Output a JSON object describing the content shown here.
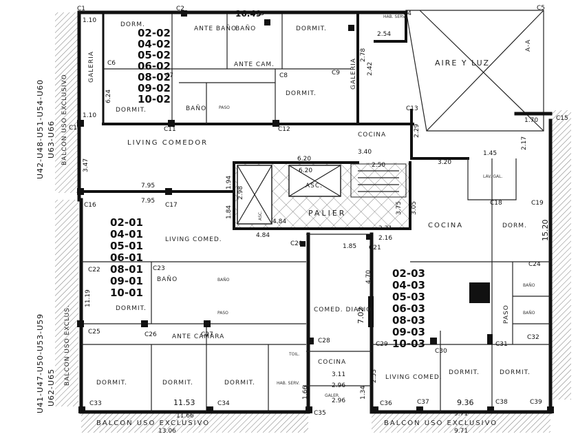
{
  "top_block": {
    "units_label": "U42-U48-U51-U54-U60",
    "units_label_2": "U63-U66",
    "balcony_side": "BALCON USO EXCLUSIVO",
    "units": [
      "02-02",
      "04-02",
      "05-02",
      "06-02",
      "08-02",
      "09-02",
      "10-02"
    ],
    "rooms": {
      "dormit_1": "DORM.",
      "dormit_2": "DORMIT.",
      "dormit_3": "DORMIT.",
      "dormit_4": "DORMIT.",
      "ante_bano": "ANTE BAÑO",
      "bano": "BAÑO",
      "bano_2": "BAÑO",
      "ante_cam": "ANTE CAM.",
      "galeria": "GALERIA",
      "galeria_2": "GALERIA",
      "living": "LIVING COMEDOR",
      "cocina": "COCINA",
      "hab_serv": "HAB. SERV.",
      "paso": "PASO",
      "aire_luz": "AIRE Y LUZ"
    },
    "area_label": "16.49",
    "dims": {
      "d_620": "6.20",
      "d_620b": "6.20",
      "d_250": "2.50",
      "d_340": "3.40",
      "d_320": "3.20",
      "d_145": "1.45",
      "d_229": "2.29",
      "d_795": "7.95",
      "d_795b": "7.95",
      "d_347": "3.47",
      "d_624": "6.24",
      "d_110": "1.10",
      "d_110b": "1.10",
      "d_254": "2.54",
      "d_170": "1.70",
      "d_242": "2.42",
      "d_278": "2.78",
      "d_217": "2.17"
    },
    "columns": [
      "C1",
      "C2",
      "C3",
      "C4",
      "C5",
      "C6",
      "C7",
      "C8",
      "C9",
      "C10",
      "C11",
      "C12",
      "C13",
      "C15",
      "C16",
      "C17",
      "C18",
      "C19"
    ]
  },
  "core": {
    "palier": "PALIER",
    "asc": "ASC.",
    "asc_2": "ASC.",
    "lav_gal": "LAV. GAL.",
    "dims": {
      "d_194": "1.94",
      "d_298": "2.98",
      "d_184": "1.84",
      "d_484": "4.84",
      "d_484b": "4.84",
      "d_221": "2.21",
      "d_216": "2.16",
      "d_375": "3.75",
      "d_305": "3.05",
      "d_185": "1.85",
      "d_1520": "15.20"
    },
    "columns": [
      "C20",
      "C21"
    ]
  },
  "left_block": {
    "units_label": "U41-U47-U50-U53-U59",
    "units_label_2": "U62-U65",
    "balcony_side": "BALCON USO EXCLUS.",
    "units": [
      "02-01",
      "04-01",
      "05-01",
      "06-01",
      "08-01",
      "09-01",
      "10-01"
    ],
    "rooms": {
      "living": "LIVING COMED.",
      "bano": "BAÑO",
      "bano_2": "BAÑO",
      "dormit": "DORMIT.",
      "ante_camara": "ANTE CAMARA",
      "dormit_1": "DORMIT.",
      "dormit_2": "DORMIT.",
      "dormit_3": "DORMIT.",
      "comed_diario": "COMED. DIARIO",
      "cocina": "COCINA",
      "hab_serv": "HAB. SERV.",
      "toil": "TOIL.",
      "paso": "PASO",
      "galer": "GALER."
    },
    "dims": {
      "d_1119": "11.19",
      "d_1153": "11.53",
      "d_702": "7.02",
      "d_311": "3.11",
      "d_296": "2.96",
      "d_296b": "2.96",
      "d_166": "1.66",
      "d_1306": "13.06",
      "d_1166": "11.66"
    },
    "bottom_balcony": "BALCON USO EXCLUSIVO",
    "columns": [
      "C22",
      "C23",
      "C25",
      "C26",
      "C27",
      "C28",
      "C33",
      "C34",
      "C35"
    ]
  },
  "right_block": {
    "units": [
      "02-03",
      "04-03",
      "05-03",
      "06-03",
      "08-03",
      "09-03",
      "10-03"
    ],
    "rooms": {
      "cocina": "COCINA",
      "dorm": "DORM.",
      "bano": "BAÑO",
      "bano_2": "BAÑO",
      "paso": "PASO",
      "living": "LIVING COMED.",
      "dormit_1": "DORMIT.",
      "dormit_2": "DORMIT."
    },
    "dims": {
      "d_470": "4.70",
      "d_253": "2.53",
      "d_936": "9.36",
      "d_971": "9.71",
      "d_971b": "9.71",
      "d_134": "1.34"
    },
    "bottom_balcony": "BALCON USO EXCLUSIVO",
    "columns": [
      "C24",
      "C29",
      "C30",
      "C31",
      "C32",
      "C36",
      "C37",
      "C38",
      "C39"
    ]
  },
  "margin_marks": {
    "aa": "A-A"
  }
}
